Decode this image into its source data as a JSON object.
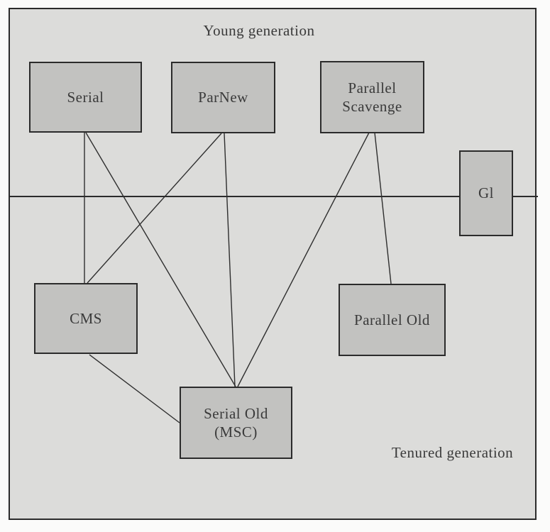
{
  "diagram": {
    "region_labels": {
      "young": "Young generation",
      "tenured": "Tenured generation"
    },
    "nodes": {
      "serial": {
        "label": "Serial",
        "lines": [
          "Serial"
        ]
      },
      "parnew": {
        "label": "ParNew",
        "lines": [
          "ParNew"
        ]
      },
      "parallel_scavenge": {
        "label": "Parallel Scavenge",
        "lines": [
          "Parallel",
          "Scavenge"
        ]
      },
      "g1": {
        "label": "Gl",
        "lines": [
          "Gl"
        ]
      },
      "cms": {
        "label": "CMS",
        "lines": [
          "CMS"
        ]
      },
      "parallel_old": {
        "label": "Parallel Old",
        "lines": [
          "Parallel Old"
        ]
      },
      "serial_old": {
        "label": "Serial Old (MSC)",
        "lines": [
          "Serial Old",
          "(MSC)"
        ]
      }
    },
    "edges": [
      {
        "from": "serial",
        "to": "cms"
      },
      {
        "from": "serial",
        "to": "serial_old"
      },
      {
        "from": "parnew",
        "to": "cms"
      },
      {
        "from": "parnew",
        "to": "serial_old"
      },
      {
        "from": "parallel_scavenge",
        "to": "serial_old"
      },
      {
        "from": "parallel_scavenge",
        "to": "parallel_old"
      },
      {
        "from": "cms",
        "to": "serial_old"
      }
    ],
    "colors": {
      "frame_background": "#dcdcda",
      "box_fill": "#c2c2c0",
      "line": "#2b2b2b",
      "text": "#3a3a3a",
      "page_background": "#fbfbfa"
    }
  }
}
